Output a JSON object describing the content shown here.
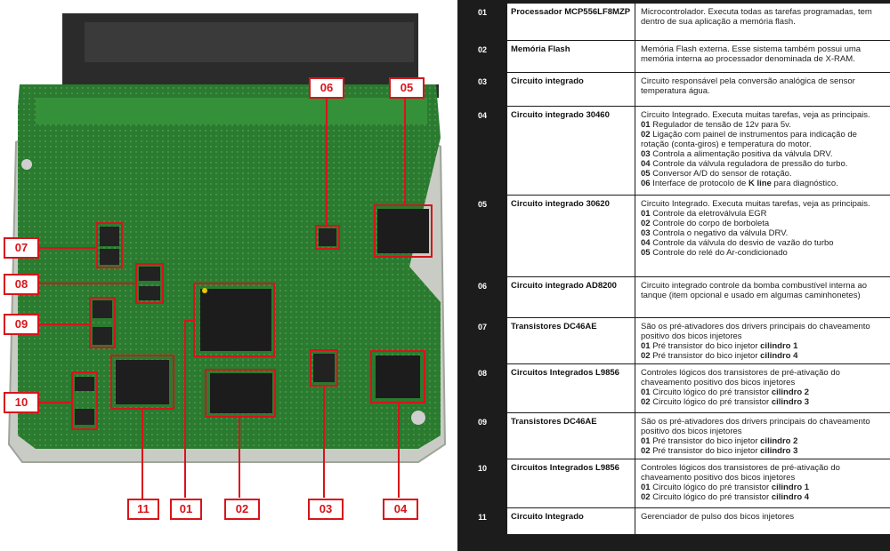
{
  "labels": {
    "l01": "01",
    "l02": "02",
    "l03": "03",
    "l04": "04",
    "l05": "05",
    "l06": "06",
    "l07": "07",
    "l08": "08",
    "l09": "09",
    "l10": "10",
    "l11": "11"
  },
  "table": {
    "rows": [
      {
        "num": "01",
        "name": "Processador MCP556LF8MZP",
        "desc": [
          {
            "t": "Microcontrolador. Executa todas as tarefas programadas, tem dentro de sua aplicação a memória flash."
          }
        ]
      },
      {
        "num": "02",
        "name": "Memória Flash",
        "desc": [
          {
            "t": "Memória Flash externa. Esse sistema também possui uma memória interna ao processador denominada de X-RAM."
          }
        ]
      },
      {
        "num": "03",
        "name": "Circuito integrado",
        "desc": [
          {
            "t": "Circuito responsável pela conversão analógica de sensor temperatura água."
          }
        ]
      },
      {
        "num": "04",
        "name": "Circuito integrado 30460",
        "desc": [
          {
            "t": "Circuito Integrado. Executa muitas tarefas, veja as principais."
          },
          {
            "b": "01",
            "t": " Regulador de tensão de 12v para 5v."
          },
          {
            "b": "02",
            "t": " Ligação com painel de instrumentos para indicação de rotação (conta-giros) e temperatura do motor."
          },
          {
            "b": "03",
            "t": " Controla a alimentação positiva da válvula DRV."
          },
          {
            "b": "04",
            "t": " Controle da válvula reguladora de pressão do turbo."
          },
          {
            "b": "05",
            "t": " Conversor A/D do sensor de rotação."
          },
          {
            "b": "06",
            "t": " Interface de protocolo de ",
            "b2": "K line",
            "t2": " para diagnóstico."
          }
        ]
      },
      {
        "num": "05",
        "name": "Circuito integrado 30620",
        "desc": [
          {
            "t": "Circuito Integrado. Executa muitas tarefas, veja as principais."
          },
          {
            "b": "01",
            "t": " Controle da eletroválvula EGR"
          },
          {
            "b": "02",
            "t": " Controle do corpo de borboleta"
          },
          {
            "b": "03",
            "t": " Controla o negativo da válvula DRV."
          },
          {
            "b": "04",
            "t": " Controle da válvula do desvio de vazão do turbo"
          },
          {
            "b": "05",
            "t": " Controle do relé do Ar-condicionado"
          }
        ]
      },
      {
        "num": "06",
        "name": "Circuito integrado AD8200",
        "desc": [
          {
            "t": "Circuito integrado controle da bomba combustível interna ao tanque (item opcional e usado em algumas caminhonetes)"
          }
        ]
      },
      {
        "num": "07",
        "name": "Transistores DC46AE",
        "desc": [
          {
            "t": "São os pré-ativadores dos drivers principais do chaveamento positivo dos bicos injetores"
          },
          {
            "b": "01",
            "t": " Pré transistor do bico injetor ",
            "b2": "cilindro 1"
          },
          {
            "b": "02",
            "t": " Pré transistor do bico injetor ",
            "b2": "cilindro 4"
          }
        ]
      },
      {
        "num": "08",
        "name": "Circuitos Integrados L9856",
        "desc": [
          {
            "t": "Controles lógicos dos transistores de pré-ativação do chaveamento positivo dos bicos injetores"
          },
          {
            "b": "01",
            "t": " Circuito lógico do pré transistor ",
            "b2": "cilindro 2"
          },
          {
            "b": "02",
            "t": " Circuito lógico do pré transistor ",
            "b2": "cilindro 3"
          }
        ]
      },
      {
        "num": "09",
        "name": "Transistores DC46AE",
        "desc": [
          {
            "t": "São os pré-ativadores dos drivers principais do chaveamento positivo dos bicos injetores"
          },
          {
            "b": "01",
            "t": " Pré transistor do bico injetor ",
            "b2": "cilindro 2"
          },
          {
            "b": "02",
            "t": " Pré transistor do bico injetor ",
            "b2": "cilindro 3"
          }
        ]
      },
      {
        "num": "10",
        "name": "Circuitos Integrados L9856",
        "desc": [
          {
            "t": "Controles lógicos dos transistores de pré-ativação do chaveamento positivo dos bicos injetores"
          },
          {
            "b": "01",
            "t": " Circuito lógico do pré transistor ",
            "b2": "cilindro 1"
          },
          {
            "b": "02",
            "t": " Circuito lógico do pré transistor ",
            "b2": "cilindro 4"
          }
        ]
      },
      {
        "num": "11",
        "name": "Circuito Integrado",
        "desc": [
          {
            "t": "Gerenciador de pulso dos bicos injetores"
          }
        ]
      }
    ]
  }
}
